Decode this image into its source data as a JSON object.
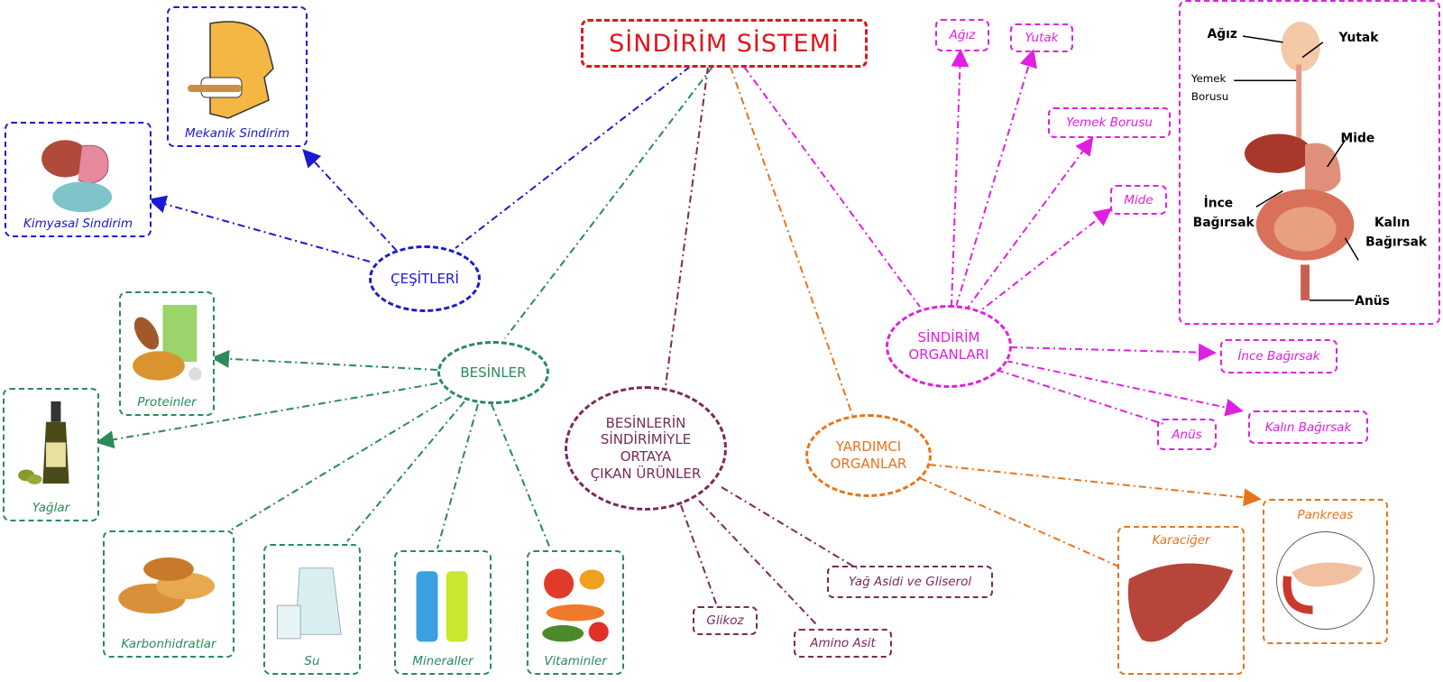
{
  "title": "SİNDİRİM SİSTEMİ",
  "nodes": {
    "cesitleri": "ÇEŞİTLERİ",
    "besinler": "BESİNLER",
    "urunler": [
      "BESİNLERİN",
      "SİNDİRİMİYLE",
      "ORTAYA",
      "ÇIKAN ÜRÜNLER"
    ],
    "yardimci": [
      "YARDIMCI",
      "ORGANLAR"
    ],
    "organlar": [
      "SİNDİRİM",
      "ORGANLARI"
    ]
  },
  "cesitler": [
    "Mekanik Sindirim",
    "Kimyasal Sindirim"
  ],
  "besinler": [
    "Proteinler",
    "Yağlar",
    "Karbonhidratlar",
    "Su",
    "Mineraller",
    "Vitaminler"
  ],
  "urunler": [
    "Glikoz",
    "Amino Asit",
    "Yağ Asidi ve Gliserol"
  ],
  "yardimci_organlar": [
    "Karaciğer",
    "Pankreas"
  ],
  "sindirim_organlari": [
    "Ağız",
    "Yutak",
    "Yemek Borusu",
    "Mide",
    "İnce Bağırsak",
    "Kalın Bağırsak",
    "Anüs"
  ],
  "diagram_labels": {
    "agiz": "Ağız",
    "yutak": "Yutak",
    "yemek": "Yemek",
    "borusu": "Borusu",
    "mide": "Mide",
    "ince": "İnce",
    "ince_bagirsak": "Bağırsak",
    "kalin": "Kalın",
    "kalin_bagirsak": "Bağırsak",
    "anus": "Anüs"
  },
  "colors": {
    "title": "#e0141b",
    "cesitleri": "#1a1ad0",
    "besinler": "#2a8a5a",
    "urunler": "#7a2a5a",
    "yardimci": "#e8741a",
    "organlar": "#e020e0"
  }
}
